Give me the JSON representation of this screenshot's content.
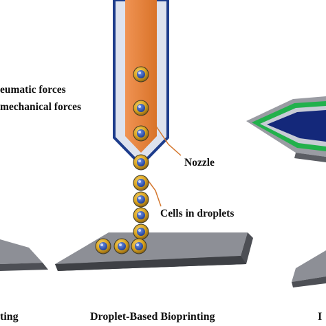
{
  "colors": {
    "nozzle_outline": "#1d3c8c",
    "nozzle_fill": "#e8823b",
    "cell_outer": "#d9a420",
    "cell_core": "#2b4fb0",
    "substrate_top": "#8d8f96",
    "substrate_side": "#4d4f55",
    "callout_line": "#d4762c",
    "scaffold_green": "#21b34a",
    "scaffold_blue": "#14287a"
  },
  "labels": {
    "pneumatic": "eumatic forces",
    "mechanical": "mechanical forces",
    "nozzle": "Nozzle",
    "cells": "Cells in droplets"
  },
  "captions": {
    "left": "ting",
    "center": "Droplet-Based Bioprinting",
    "right": "I"
  }
}
